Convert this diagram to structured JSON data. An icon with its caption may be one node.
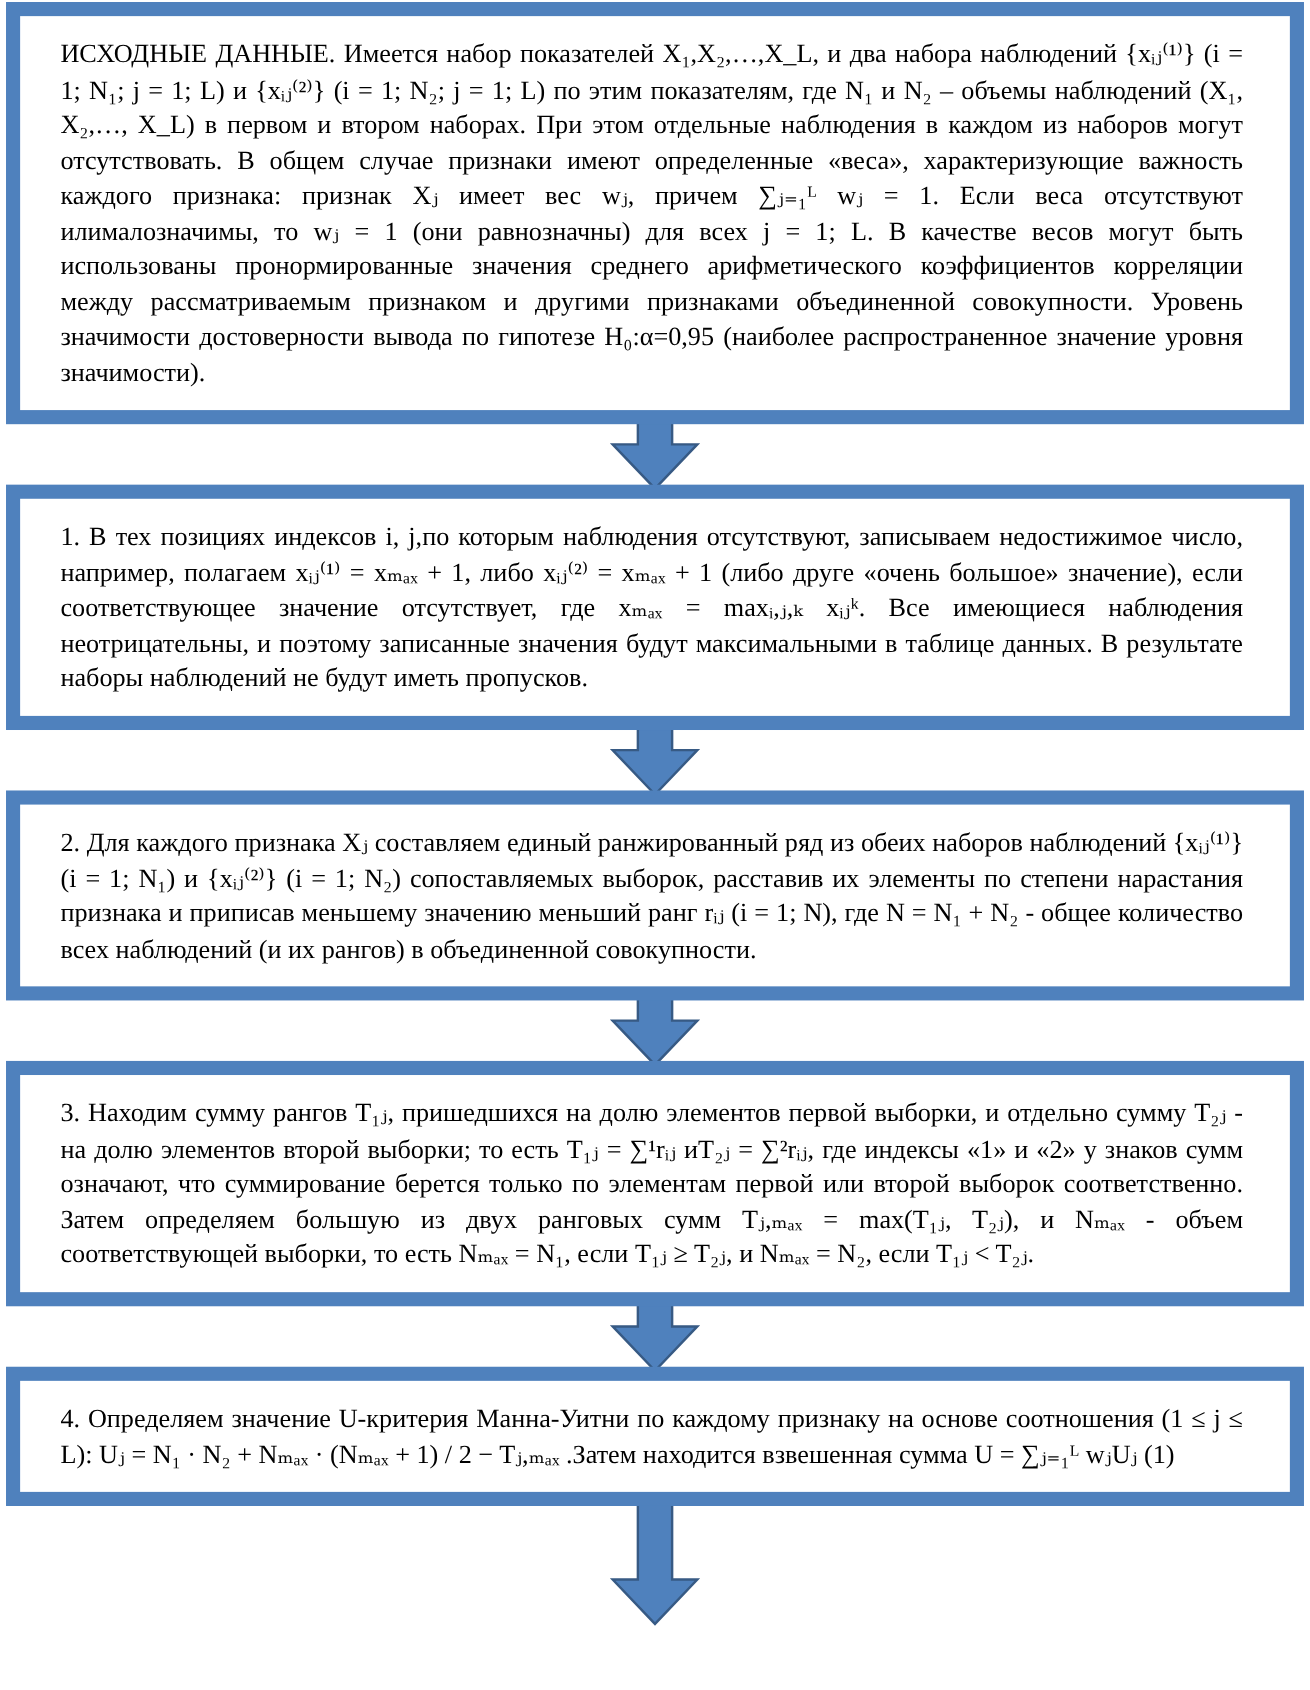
{
  "diagram": {
    "nodes": [
      {
        "text": [
          "ИСХОДНЫЕ ДАННЫЕ. Имеется набор показателей X₁,X₂,…,X_L, и два набора наблюдений {xᵢⱼ⁽¹⁾} (i = 1; N₁; j = 1; L) и {xᵢⱼ⁽²⁾} (i = 1; N₂; j = 1; L) по этим показателям, где N₁ и N₂ – объемы наблюдений (X₁, X₂,…, X_L) в первом и втором наборах. При этом отдельные наблюдения в каждом из наборов могут отсутствовать. В общем случае признаки имеют определенные «веса», характеризующие важность каждого признака: признак Xⱼ имеет вес wⱼ, причем ∑ⱼ₌₁ᴸ wⱼ = 1. Если веса отсутствуют илималозначимы, то wⱼ = 1 (они равнозначны) для всех j = 1; L. В качестве весов могут быть использованы пронормированные значения среднего арифметического коэффициентов корреляции между рассматриваемым признаком и другими признаками объединенной совокупности. Уровень значимости достоверности вывода по гипотезе H₀:α=0,95 (наиболее распространенное значение уровня значимости)."
        ]
      },
      {
        "text": [
          "1. В тех позициях индексов i, j,по которым наблюдения отсутствуют, записываем недостижимое число, например, полагаем xᵢⱼ⁽¹⁾ = xₘₐₓ + 1, либо xᵢⱼ⁽²⁾ = xₘₐₓ + 1 (либо друге «очень большое» значение), если соответствующее значение отсутствует, где xₘₐₓ = maxᵢ,ⱼ,ₖ xᵢⱼᵏ. Все имеющиеся наблюдения неотрицательны, и поэтому записанные значения будут максимальными в таблице данных. В результате наборы наблюдений не будут иметь пропусков."
        ]
      },
      {
        "text": [
          "2. Для каждого признака Xⱼ составляем единый ранжированный ряд из обеих наборов наблюдений {xᵢⱼ⁽¹⁾} (i = 1; N₁) и {xᵢⱼ⁽²⁾} (i = 1; N₂) сопоставляемых выборок, расставив их элементы по степени нарастания признака и приписав меньшему значению меньший ранг rᵢⱼ (i = 1; N), где N = N₁ + N₂ - общее количество всех наблюдений (и их рангов) в объединенной совокупности."
        ]
      },
      {
        "text": [
          "3. Находим сумму рангов T₁ⱼ, пришедшихся на долю элементов первой выборки, и отдельно сумму T₂ⱼ - на долю элементов второй выборки; то есть T₁ⱼ = ∑¹rᵢⱼ иT₂ⱼ = ∑²rᵢⱼ, где индексы «1» и «2» у знаков сумм означают, что суммирование берется только по элементам первой или второй выборок соответственно. Затем определяем большую из двух ранговых сумм Tⱼ,ₘₐₓ = max(T₁ⱼ, T₂ⱼ), и Nₘₐₓ - объем соответствующей выборки, то есть Nₘₐₓ = N₁, если T₁ⱼ ≥ T₂ⱼ, и Nₘₐₓ = N₂, если T₁ⱼ < T₂ⱼ."
        ]
      },
      {
        "text": [
          "4. Определяем значение U-критерия Манна-Уитни по каждому признаку на основе соотношения (1 ≤ j ≤ L): Uⱼ = N₁ · N₂ + Nₘₐₓ · (Nₘₐₓ + 1) / 2 − Tⱼ,ₘₐₓ .Затем находится взвешенная сумма U = ∑ⱼ₌₁ᴸ wⱼUⱼ (1)"
        ]
      }
    ],
    "edges": [
      {
        "from": 0,
        "to": 1,
        "arrow": "to"
      },
      {
        "from": 1,
        "to": 2,
        "arrow": "to"
      },
      {
        "from": 2,
        "to": 3,
        "arrow": "to"
      },
      {
        "from": 3,
        "to": 4,
        "arrow": "to"
      },
      {
        "from": 4,
        "to": null,
        "arrow": "to"
      }
    ]
  }
}
